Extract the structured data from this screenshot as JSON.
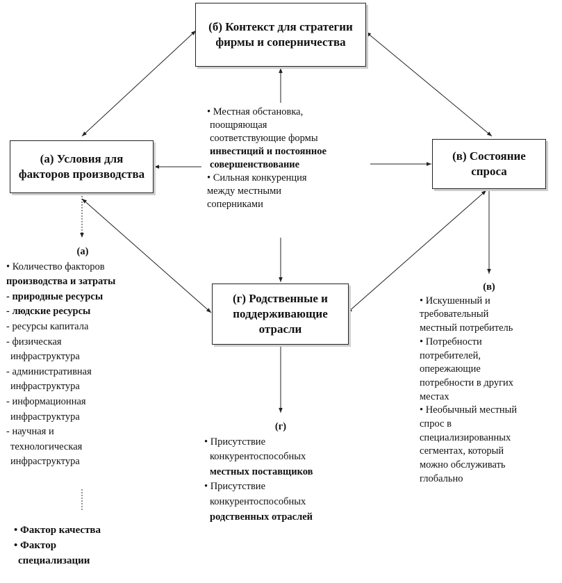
{
  "boxes": {
    "b": "(б) Контекст для стратегии фирмы и соперничества",
    "a": "(а) Условия для факторов производства",
    "v": "(в) Состояние спроса",
    "g": "(г) Родственные и поддерживающие отрасли"
  },
  "center": [
    "• Местная обстановка,",
    "поощряющая",
    "соответствующие формы",
    "инвестиций и постоянное",
    "совершенствование",
    "• Сильная конкуренция",
    "между местными",
    "соперниками"
  ],
  "list_a": {
    "heading": "(а)",
    "lines": [
      "• Количество факторов",
      "производства и затраты",
      "- природные ресурсы",
      "- людские ресурсы",
      "- ресурсы капитала",
      "- физическая",
      "инфраструктура",
      "- административная",
      "инфраструктура",
      "- информационная",
      "инфраструктура",
      "- научная и",
      "технологическая",
      "инфраструктура"
    ]
  },
  "list_a2": [
    "• Фактор качества",
    "• Фактор",
    "специализации"
  ],
  "list_g": {
    "heading": "(г)",
    "lines": [
      "• Присутствие",
      "конкурентоспособных",
      "местных поставщиков",
      "• Присутствие",
      "конкурентоспособных",
      "родственных отраслей"
    ]
  },
  "list_v": {
    "heading": "(в)",
    "lines": [
      "• Искушенный и",
      "требовательный",
      "местный потребитель",
      "• Потребности",
      "потребителей,",
      "опережающие",
      "потребности в других",
      "местах",
      "• Необычный местный",
      "спрос в",
      "специализированных",
      "сегментах, который",
      "можно обслуживать",
      "глобально"
    ]
  }
}
